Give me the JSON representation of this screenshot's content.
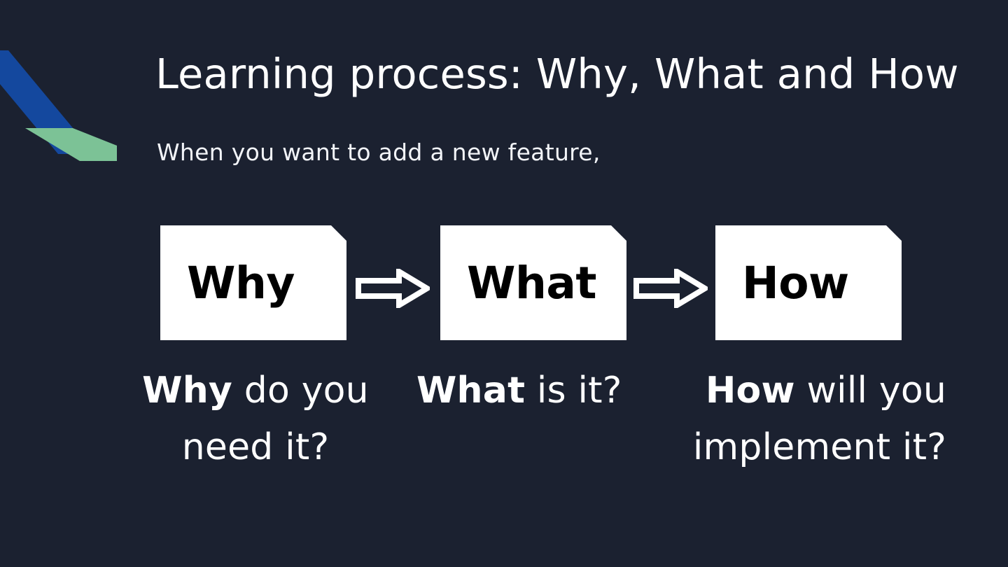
{
  "slide": {
    "background_color": "#1b2130",
    "title": "Learning process: Why, What and How",
    "subtitle": "When you want to add a new feature,"
  },
  "logo": {
    "name": "brand-logo-mark",
    "back_shape_color": "#14489e",
    "front_shape_color": "#7cc296"
  },
  "flow": {
    "arrow_color": "#ffffff",
    "box_fill": "#ffffff",
    "box_text_color": "#000000",
    "steps": [
      {
        "label": "Why"
      },
      {
        "label": "What"
      },
      {
        "label": "How"
      }
    ],
    "arrows": [
      {
        "name": "arrow-why-to-what"
      },
      {
        "name": "arrow-what-to-how"
      }
    ]
  },
  "captions": [
    {
      "strong": "Why",
      "rest": " do you need it?"
    },
    {
      "strong": "What",
      "rest": " is it?"
    },
    {
      "strong": "How",
      "rest": " will you implement it?"
    }
  ]
}
